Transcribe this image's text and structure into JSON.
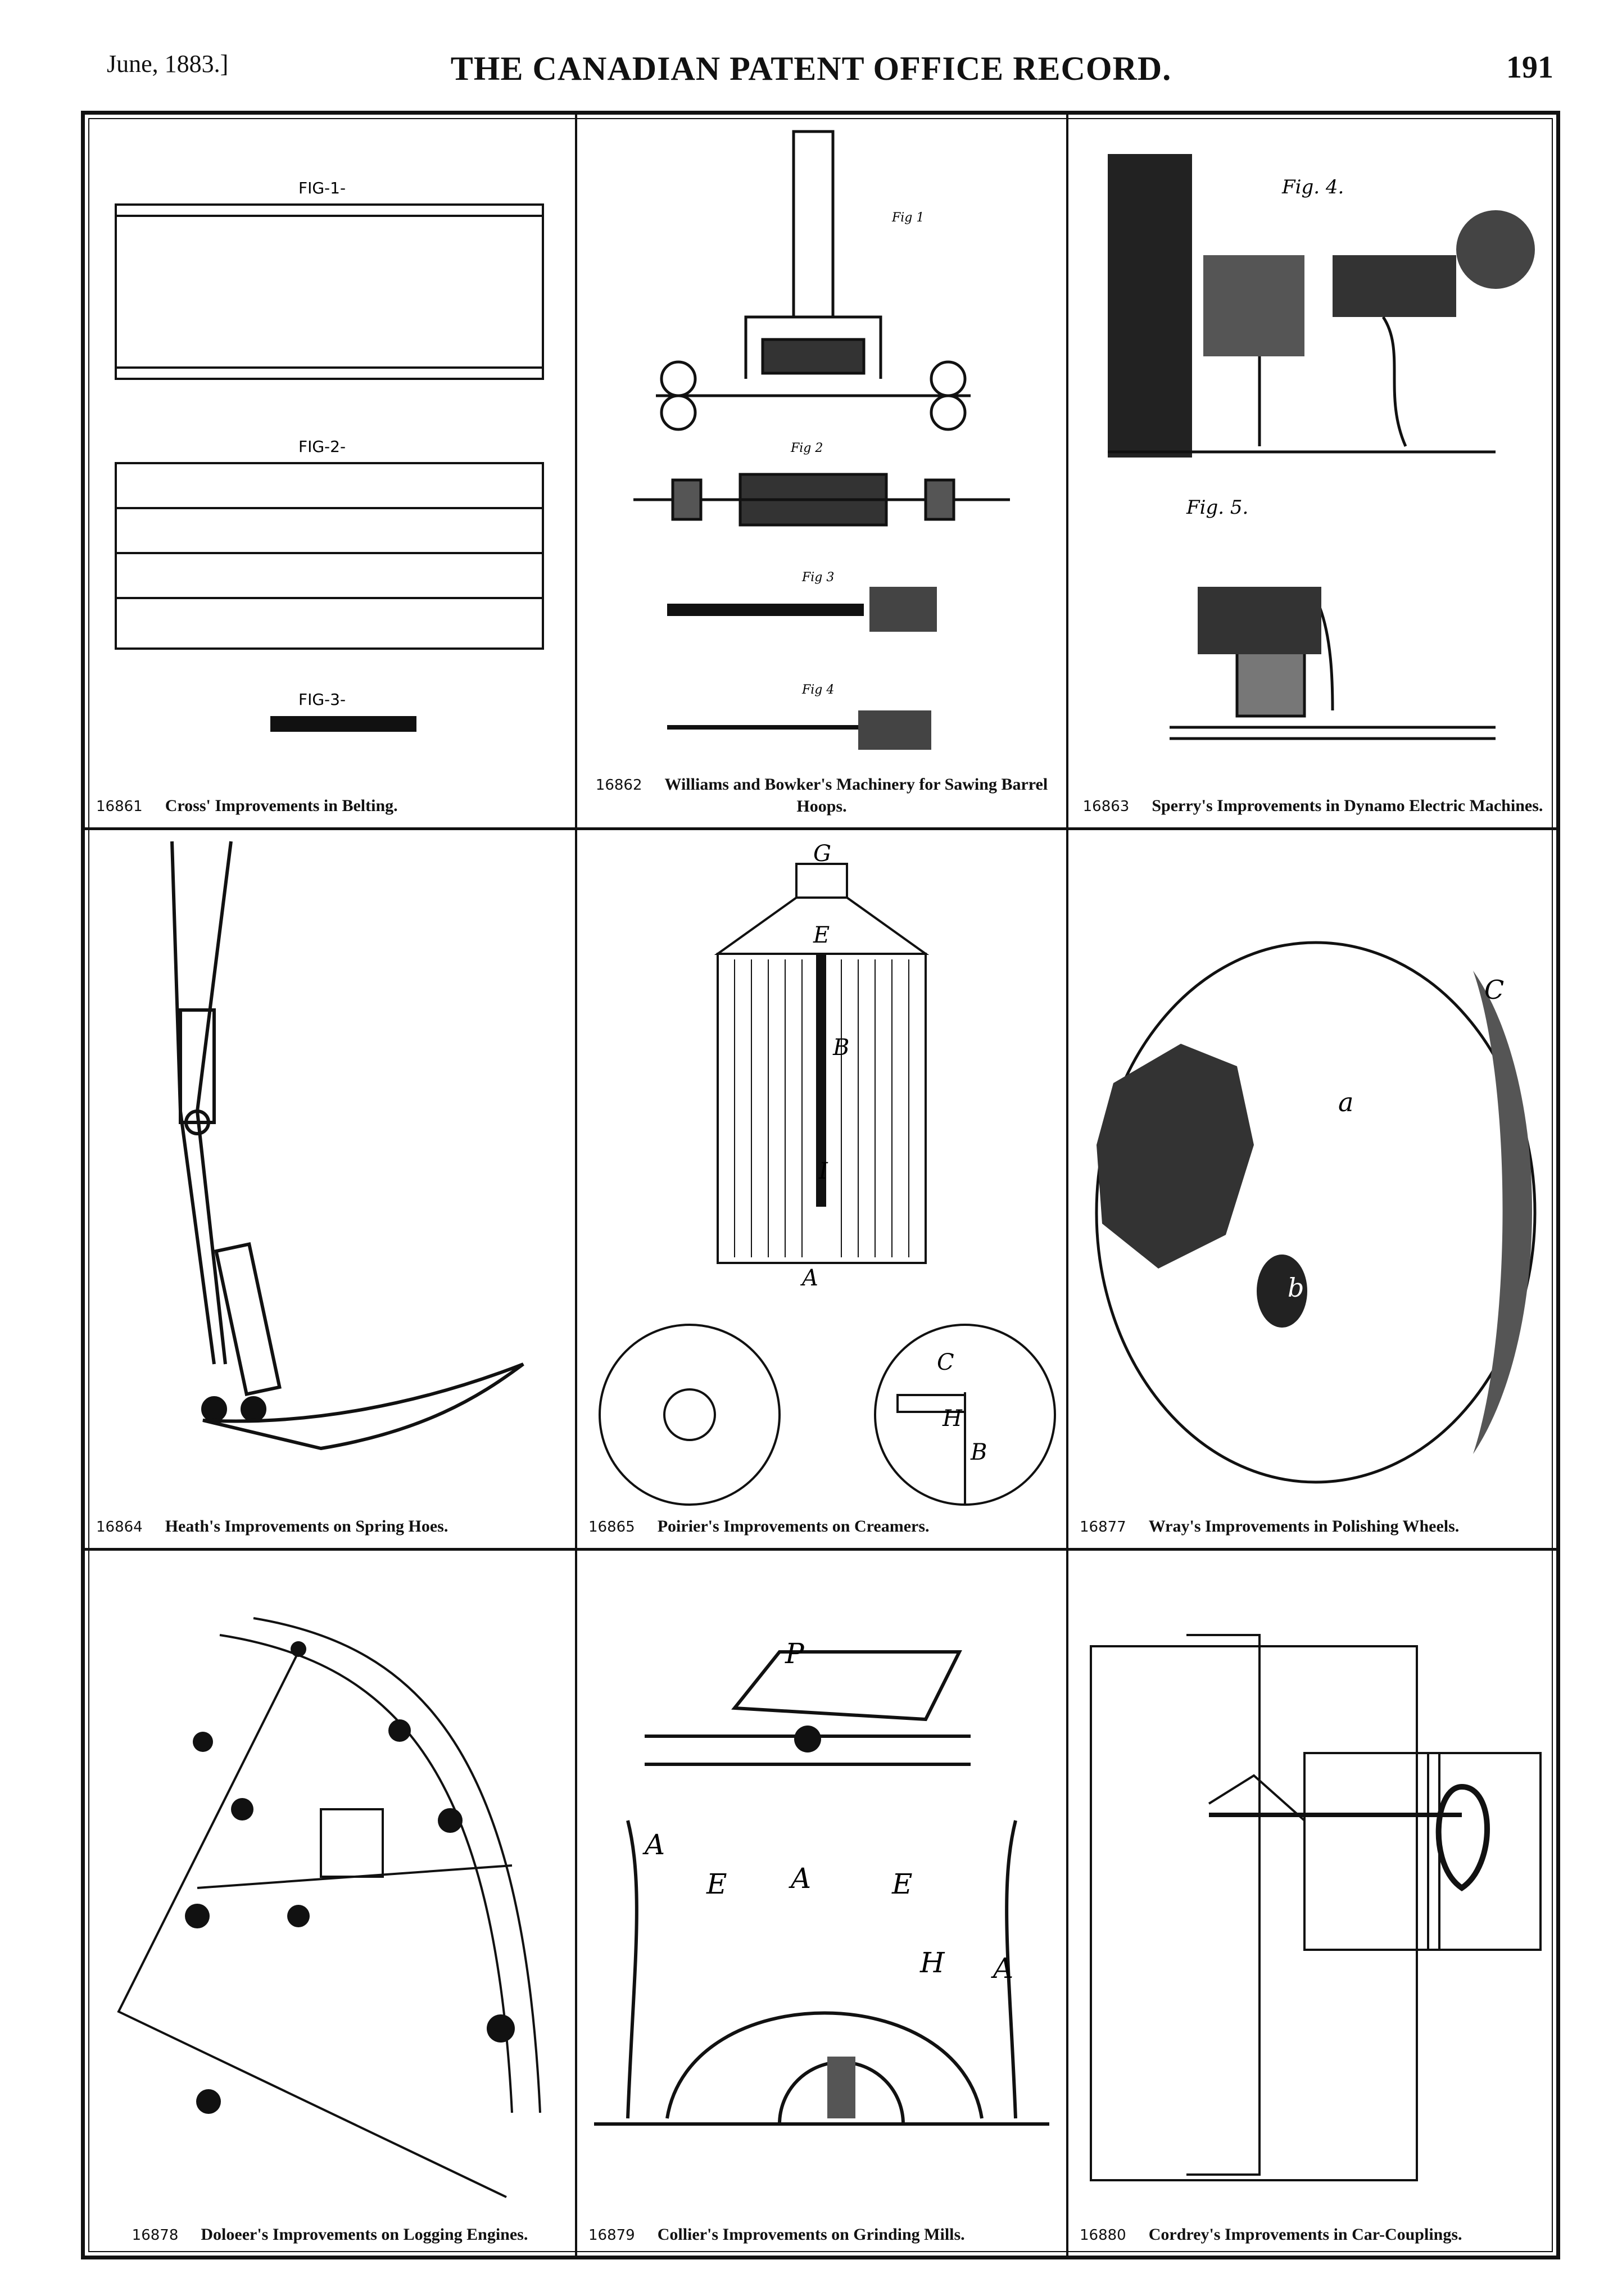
{
  "header": {
    "date": "June, 1883.]",
    "title": "THE CANADIAN PATENT OFFICE RECORD.",
    "page_number": "191"
  },
  "patents": [
    {
      "number": "16861",
      "title": "Cross' Improvements in Belting.",
      "figure_labels": [
        "FIG-1-",
        "FIG-2-",
        "FIG-3-"
      ]
    },
    {
      "number": "16862",
      "title": "Williams and Bowker's Machinery for Sawing Barrel Hoops.",
      "figure_labels": [
        "Fig 1",
        "Fig 2",
        "Fig 3",
        "Fig 4"
      ]
    },
    {
      "number": "16863",
      "title": "Sperry's Improvements in Dynamo Electric Machines.",
      "figure_labels": [
        "Fig. 4.",
        "Fig. 5."
      ]
    },
    {
      "number": "16864",
      "title": "Heath's Improvements on Spring Hoes."
    },
    {
      "number": "16865",
      "title": "Poirier's Improvements on Creamers.",
      "figure_labels": [
        "G",
        "E",
        "B",
        "I",
        "A",
        "C",
        "H",
        "B"
      ]
    },
    {
      "number": "16877",
      "title": "Wray's Improvements in Polishing Wheels.",
      "figure_labels": [
        "C",
        "a",
        "b"
      ]
    },
    {
      "number": "16878",
      "title": "Doloeer's Improvements on Logging Engines."
    },
    {
      "number": "16879",
      "title": "Collier's Improvements on Grinding Mills.",
      "figure_labels": [
        "P",
        "A",
        "E",
        "A",
        "E",
        "H",
        "A"
      ]
    },
    {
      "number": "16880",
      "title": "Cordrey's Improvements in Car-Couplings."
    }
  ]
}
